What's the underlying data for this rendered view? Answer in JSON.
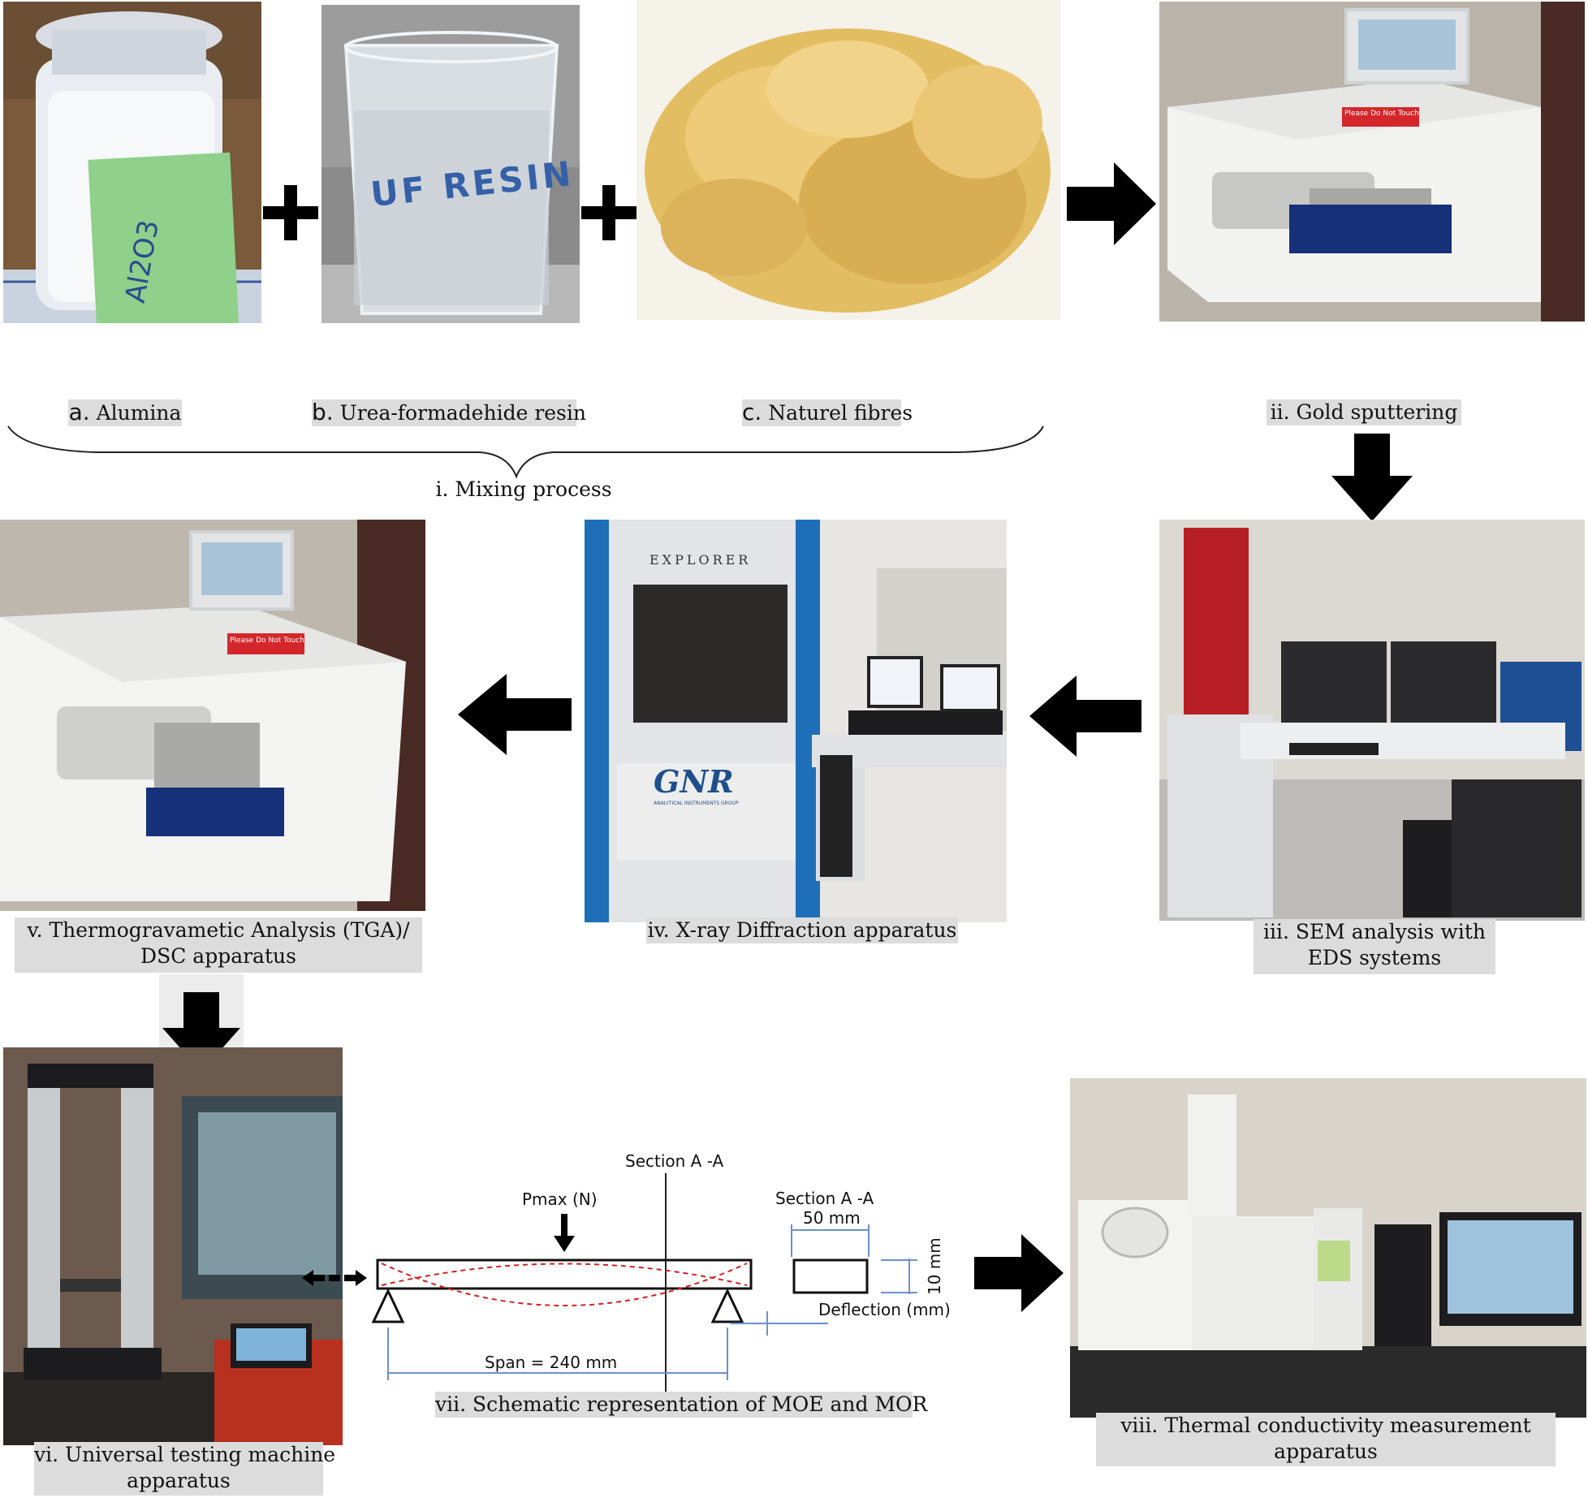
{
  "row1": {
    "alumina": {
      "letter": "a.",
      "label": "Alumina",
      "jar_label": "Al2O3"
    },
    "resin": {
      "letter": "b.",
      "label": "Urea-formadehide resin",
      "beaker_text": "UF RESIN"
    },
    "fibres": {
      "letter": "c.",
      "label": "Naturel fibres"
    },
    "mixing_label": "i. Mixing process",
    "gold": {
      "label": "ii. Gold sputtering",
      "sticker": "Please Do Not Touch"
    }
  },
  "row2": {
    "sem": {
      "line1": "iii. SEM analysis with",
      "line2": "EDS systems"
    },
    "xrd": {
      "label": "iv. X-ray Diffraction apparatus",
      "brand_top": "EXPLORER",
      "brand_logo": "GNR",
      "brand_sub": "ANALYTICAL INSTRUMENTS GROUP"
    },
    "tga": {
      "line1": "v. Thermogravametic Analysis (TGA)/",
      "line2": "DSC apparatus",
      "sticker": "Please Do Not Touch"
    }
  },
  "row3": {
    "utm": {
      "line1": "vi. Universal testing machine",
      "line2": "apparatus"
    },
    "schematic": {
      "caption": "vii. Schematic representation of MOE and MOR",
      "section_top": "Section A -A",
      "load": "Pmax (N)",
      "section_right": "Section A -A",
      "width": "50 mm",
      "height": "10 mm",
      "deflection": "Deflection (mm)",
      "span": "Span = 240 mm"
    },
    "thermal": {
      "line1": "viii. Thermal conductivity measurement",
      "line2": "apparatus"
    }
  },
  "colors": {
    "arrow": "#000000",
    "caption_bg": "#dcdcdc",
    "deflection_curve": "#d42020",
    "dimension_line": "#6f8fc9",
    "fibre": "#e8c46a",
    "xrd_blue": "#1f6fb8"
  },
  "icons": [
    "plus-icon",
    "right-arrow-icon",
    "down-arrow-icon",
    "left-arrow-icon",
    "double-arrow-icon",
    "load-arrow-icon",
    "support-triangle-icon"
  ]
}
